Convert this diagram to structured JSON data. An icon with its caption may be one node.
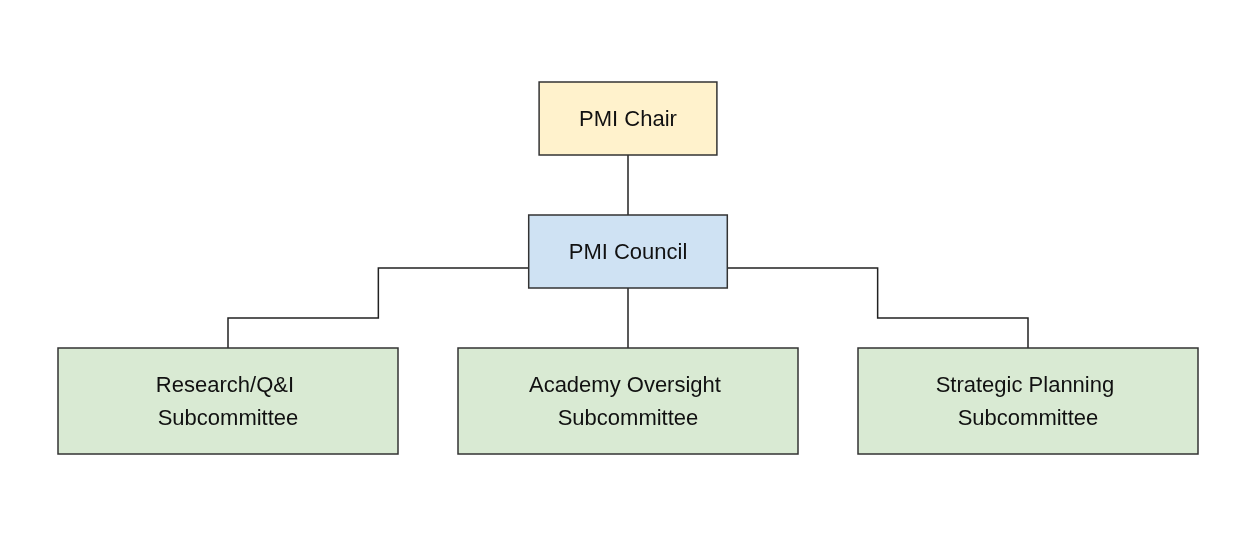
{
  "diagram": {
    "nodes": [
      {
        "text": [
          "PMI Chair"
        ]
      },
      {
        "text": [
          "PMI Council"
        ]
      },
      {
        "text": [
          "Research/Q&I Subcommittee"
        ]
      },
      {
        "text": [
          "Academy Oversight Subcommittee"
        ]
      },
      {
        "text": [
          "Strategic Planning Subcommittee"
        ]
      }
    ],
    "edges": [
      {
        "from": 0,
        "to": 1,
        "arrow": "none"
      },
      {
        "from": 1,
        "to": 2,
        "arrow": "none"
      },
      {
        "from": 1,
        "to": 3,
        "arrow": "none"
      },
      {
        "from": 1,
        "to": 4,
        "arrow": "none"
      }
    ]
  }
}
